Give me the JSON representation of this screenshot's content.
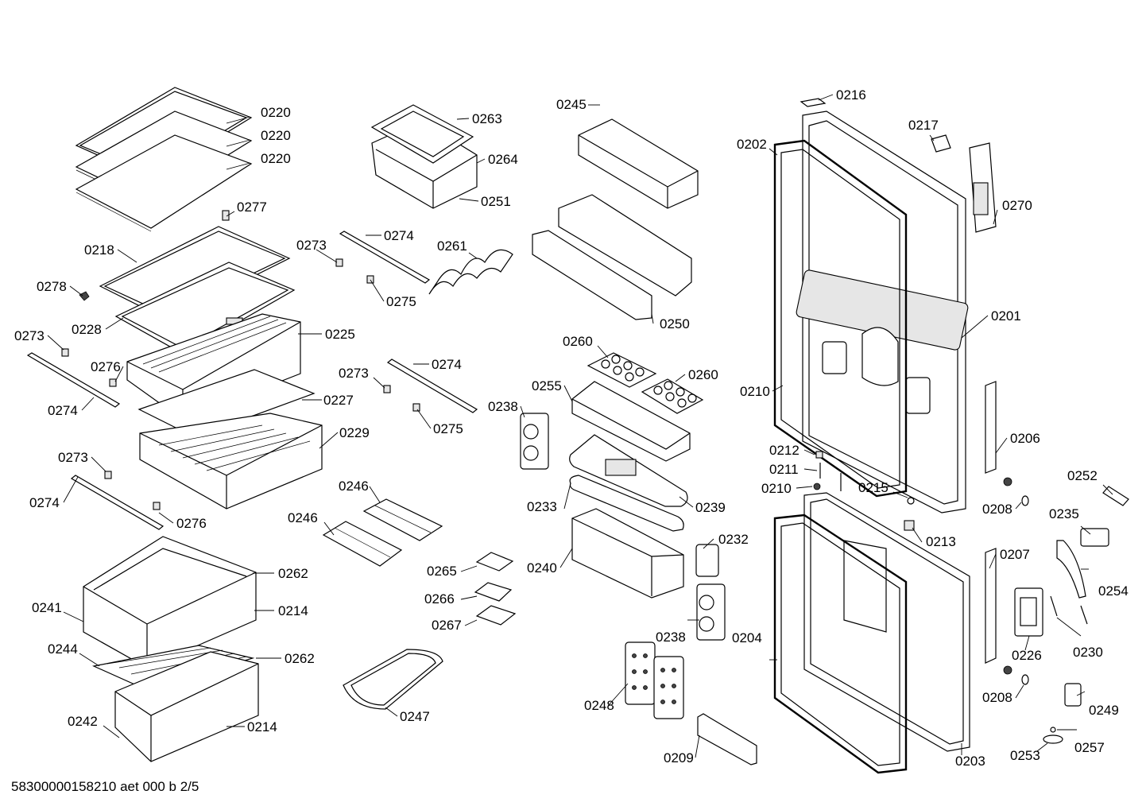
{
  "footer": "58300000158210 aet 000 b 2/5",
  "labels": [
    "0220",
    "0220",
    "0220",
    "0277",
    "0218",
    "0278",
    "0228",
    "0225",
    "0273",
    "0276",
    "0274",
    "0227",
    "0229",
    "0273",
    "0274",
    "0276",
    "0263",
    "0264",
    "0251",
    "0273",
    "0274",
    "0275",
    "0261",
    "0273",
    "0274",
    "0275",
    "0245",
    "0250",
    "0260",
    "0260",
    "0255",
    "0238",
    "0239",
    "0233",
    "0246",
    "0246",
    "0265",
    "0266",
    "0267",
    "0240",
    "0232",
    "0238",
    "0248",
    "0247",
    "0262",
    "0241",
    "0214",
    "0244",
    "0262",
    "0242",
    "0214",
    "0216",
    "0202",
    "0217",
    "0270",
    "0201",
    "0210",
    "0206",
    "0212",
    "0211",
    "0210",
    "0215",
    "0213",
    "0208",
    "0252",
    "0235",
    "0207",
    "0254",
    "0204",
    "0226",
    "0230",
    "0208",
    "0249",
    "0209",
    "0203",
    "0253",
    "0257"
  ]
}
